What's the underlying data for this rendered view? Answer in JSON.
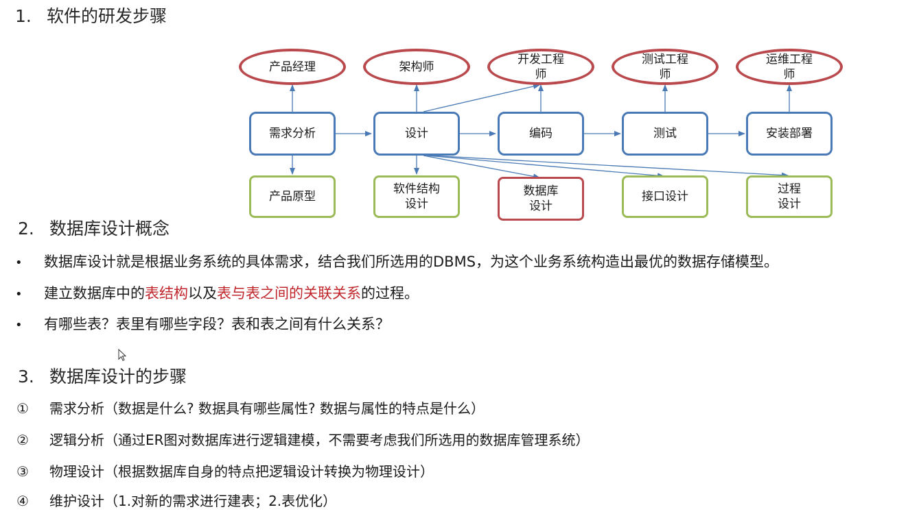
{
  "section1": {
    "number": "1.",
    "title": "软件的研发步骤"
  },
  "diagram": {
    "roles": [
      {
        "lines": [
          "产品经理"
        ]
      },
      {
        "lines": [
          "架构师"
        ]
      },
      {
        "lines": [
          "开发工程",
          "师"
        ]
      },
      {
        "lines": [
          "测试工程",
          "师"
        ]
      },
      {
        "lines": [
          "运维工程",
          "师"
        ]
      }
    ],
    "stages": [
      "需求分析",
      "设计",
      "编码",
      "测试",
      "安装部署"
    ],
    "outputs": [
      {
        "lines": [
          "产品原型"
        ]
      },
      {
        "lines": [
          "软件结构",
          "设计"
        ]
      },
      {
        "lines": [
          "数据库",
          "设计"
        ]
      },
      {
        "lines": [
          "接口设计"
        ]
      },
      {
        "lines": [
          "过程",
          "设计"
        ]
      }
    ],
    "colors": {
      "role_border": "#b9494c",
      "stage_border": "#4a7ab5",
      "output_border": "#9bbb59",
      "arrow": "#4a7ab5",
      "highlight_output_border": "#b9494c"
    }
  },
  "section2": {
    "number": "2.",
    "title": "数据库设计概念",
    "bullet_symbol": "•",
    "b1": "数据库设计就是根据业务系统的具体需求，结合我们所选用的DBMS，为这个业务系统构造出最优的数据存储模型。",
    "b2_pre": "建立数据库中的",
    "b2_h1": "表结构",
    "b2_mid": "以及",
    "b2_h2": "表与表之间的关联关系",
    "b2_post": "的过程。",
    "b3": "有哪些表？表里有哪些字段？表和表之间有什么关系？",
    "highlight_color": "#c0252b"
  },
  "section3": {
    "number": "3.",
    "title": "数据库设计的步骤",
    "steps": [
      {
        "mark": "①",
        "text": "需求分析（数据是什么? 数据具有哪些属性? 数据与属性的特点是什么）"
      },
      {
        "mark": "②",
        "text": "逻辑分析（通过ER图对数据库进行逻辑建模，不需要考虑我们所选用的数据库管理系统）"
      },
      {
        "mark": "③",
        "text": "物理设计（根据数据库自身的特点把逻辑设计转换为物理设计）"
      },
      {
        "mark": "④",
        "text": "维护设计（1.对新的需求进行建表；2.表优化）"
      }
    ]
  }
}
